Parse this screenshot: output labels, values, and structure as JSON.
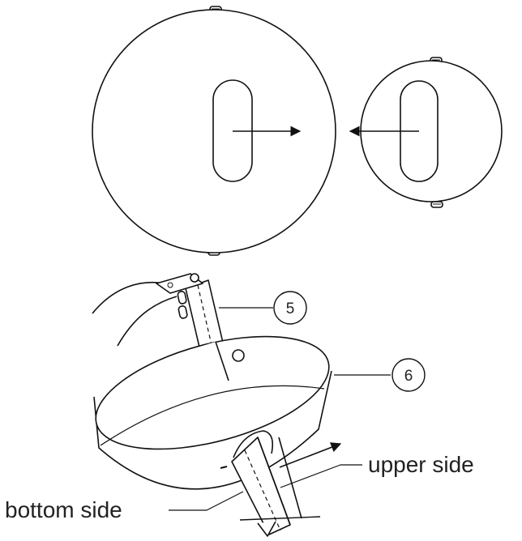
{
  "callouts": [
    {
      "id": "callout-5",
      "number": "5"
    },
    {
      "id": "callout-6",
      "number": "6"
    }
  ],
  "labels": {
    "upper_side": "upper side",
    "bottom_side": "bottom side"
  }
}
